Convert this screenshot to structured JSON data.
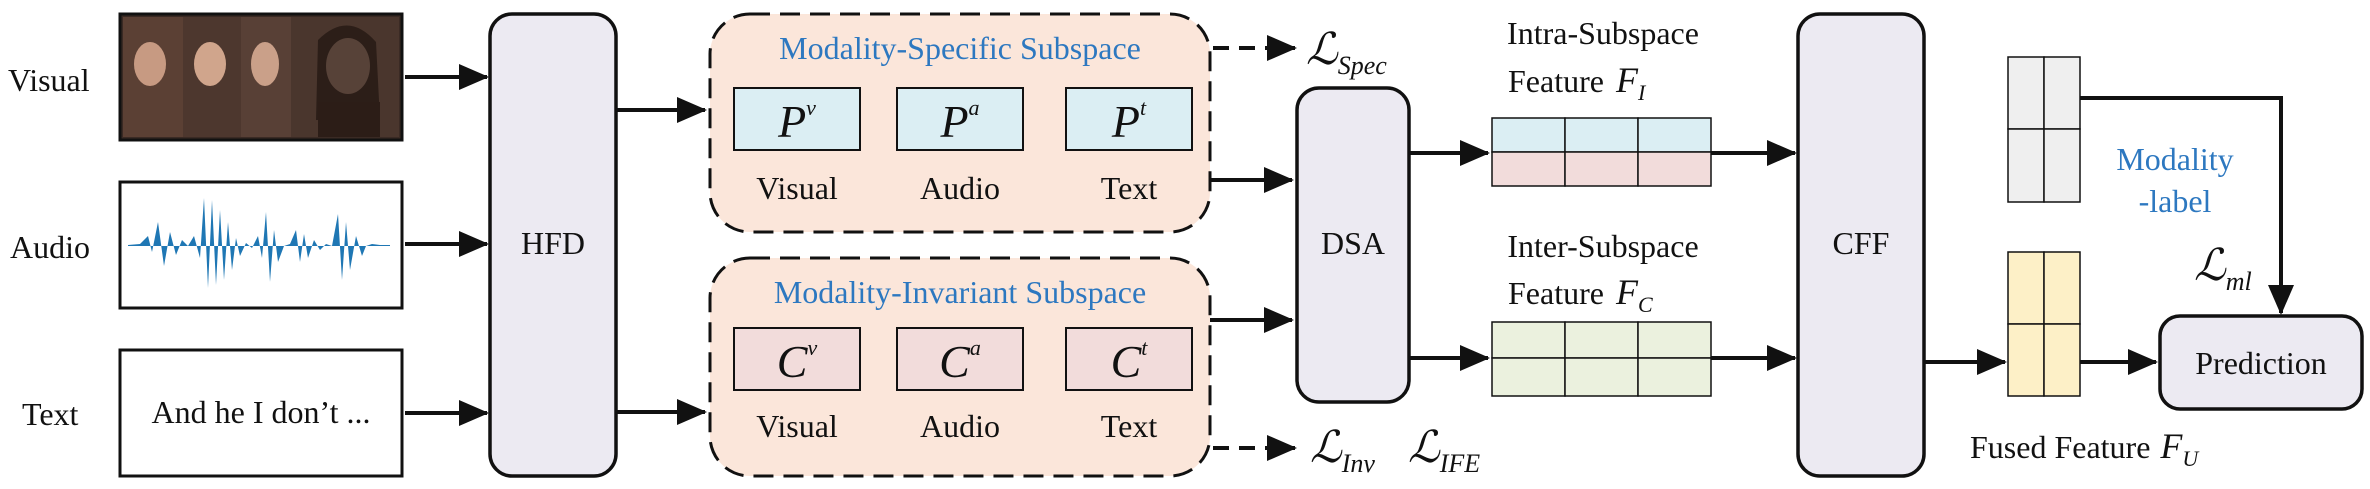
{
  "inputs": {
    "visual": "Visual",
    "audio": "Audio",
    "text": "Text",
    "text_sample": "And he I don’t ..."
  },
  "modules": {
    "hfd": "HFD",
    "dsa": "DSA",
    "cff": "CFF",
    "prediction": "Prediction"
  },
  "specific": {
    "title": "Modality-Specific Subspace",
    "tokens": [
      {
        "base": "P",
        "sup": "v",
        "label": "Visual"
      },
      {
        "base": "P",
        "sup": "a",
        "label": "Audio"
      },
      {
        "base": "P",
        "sup": "t",
        "label": "Text"
      }
    ],
    "loss_symbol": "ℒ",
    "loss_sub": "Spec"
  },
  "invariant": {
    "title": "Modality-Invariant Subspace",
    "tokens": [
      {
        "base": "C",
        "sup": "v",
        "label": "Visual"
      },
      {
        "base": "C",
        "sup": "a",
        "label": "Audio"
      },
      {
        "base": "C",
        "sup": "t",
        "label": "Text"
      }
    ],
    "loss_symbol": "ℒ",
    "loss_sub": "Inv",
    "loss2_sub": "IFE"
  },
  "features": {
    "intra_line1": "Intra-Subspace",
    "intra_line2": "Feature",
    "intra_sym": "F",
    "intra_sub": "I",
    "inter_line1": "Inter-Subspace",
    "inter_line2": "Feature",
    "inter_sym": "F",
    "inter_sub": "C",
    "fused_label": "Fused Feature",
    "fused_sym": "F",
    "fused_sub": "U"
  },
  "modality_label": {
    "line1": "Modality",
    "line2": "-label",
    "loss_symbol": "ℒ",
    "loss_sub": "ml"
  },
  "colors": {
    "module_fill": "#eceaf2",
    "subspace_fill": "#fbe6da",
    "p_token_fill": "#dbeef3",
    "c_token_fill": "#f2dcdb",
    "intra_top": "#dbeef3",
    "intra_bottom": "#f2dcdb",
    "inter_fill": "#ebf1de",
    "fused_fill": "#fdf0c7",
    "label_fill": "#efefef",
    "accent_blue": "#2d78c0"
  }
}
